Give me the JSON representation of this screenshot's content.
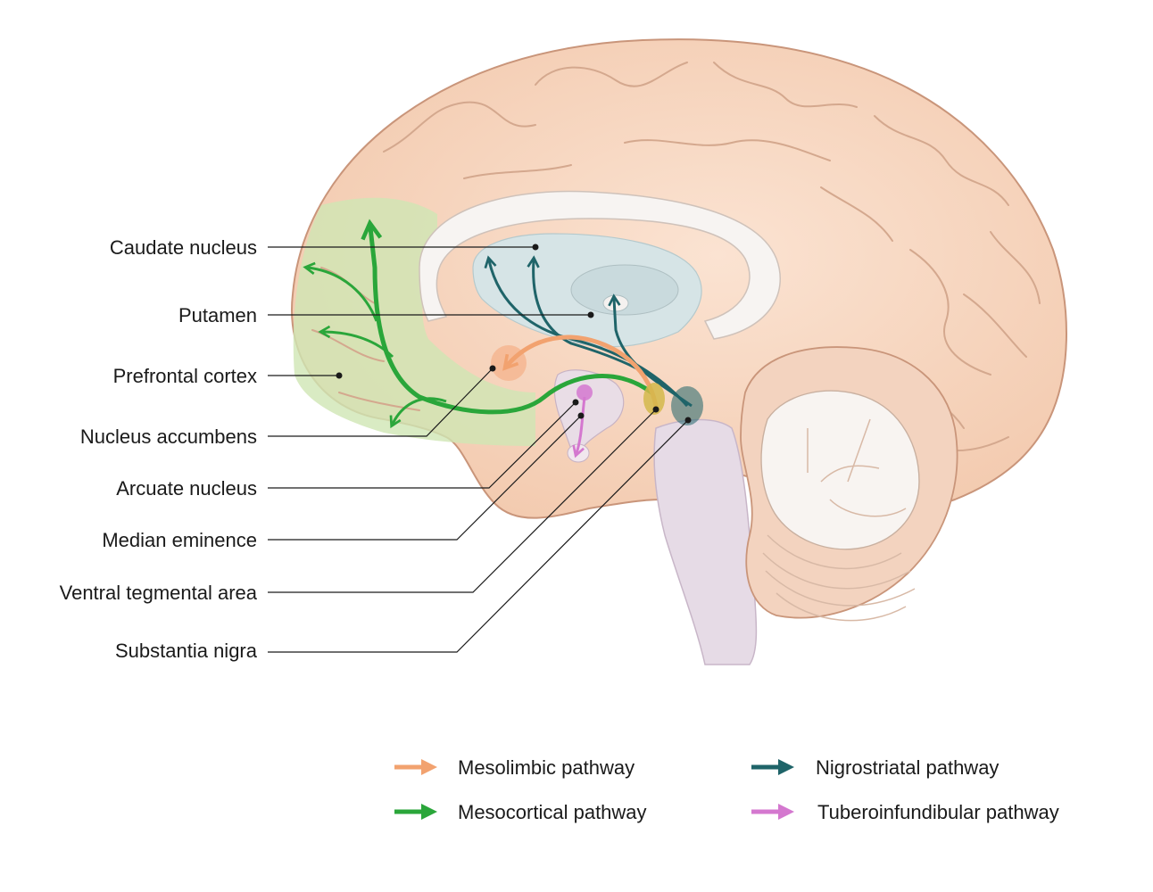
{
  "labels": {
    "caudate": "Caudate nucleus",
    "putamen": "Putamen",
    "prefrontal": "Prefrontal cortex",
    "accumbens": "Nucleus accumbens",
    "arcuate": "Arcuate nucleus",
    "median": "Median eminence",
    "vta": "Ventral tegmental area",
    "nigra": "Substantia nigra"
  },
  "legend": {
    "mesolimbic": "Mesolimbic pathway",
    "mesocortical": "Mesocortical pathway",
    "nigrostriatal": "Nigrostriatal pathway",
    "tuberoinfundibular": "Tuberoinfundibular pathway"
  },
  "colors": {
    "mesolimbic": "#f2a26f",
    "mesocortical": "#2aa63a",
    "nigrostriatal": "#1f6469",
    "tuberoinfundibular": "#d478cf"
  }
}
